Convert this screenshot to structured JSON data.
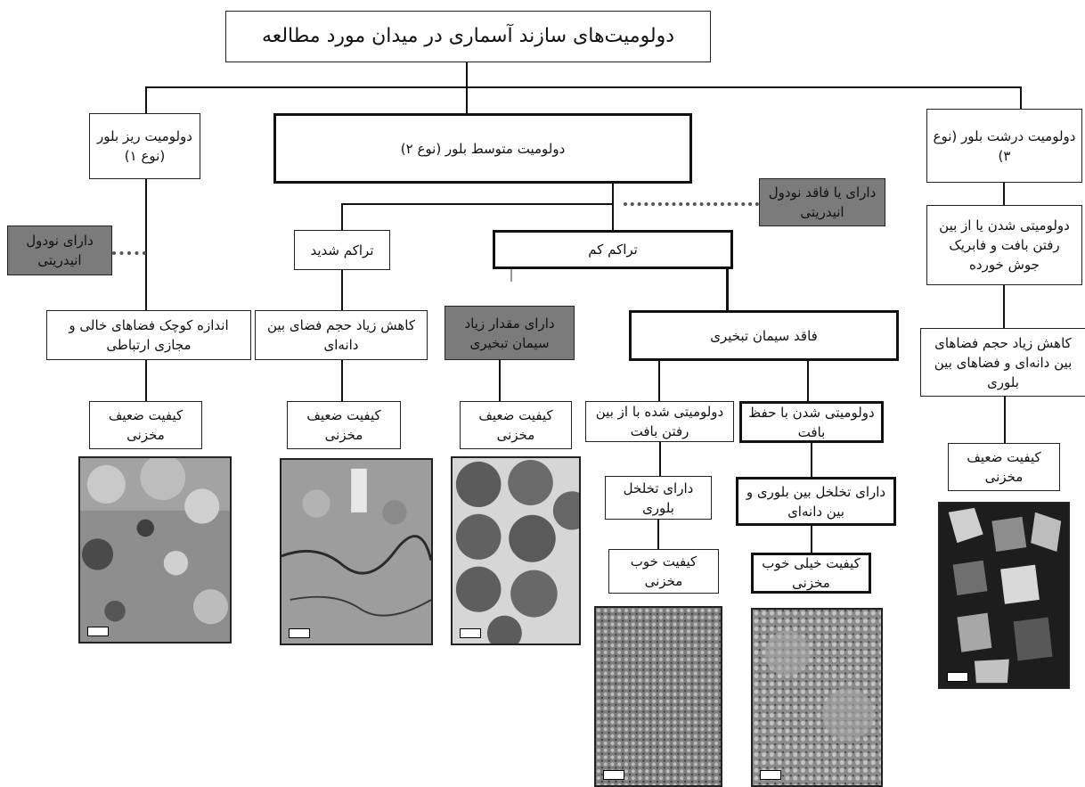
{
  "title": "دولومیت‌های سازند آسماری در میدان مورد مطالعه",
  "types": {
    "fine": "دولومیت ریز بلور (نوع ۱)",
    "medium": "دولومیت متوسط بلور (نوع ۲)",
    "coarse": "دولومیت درشت بلور (نوع ۳)"
  },
  "fine_branch": {
    "nodule": "دارای نودول انیدریتی",
    "pores": "اندازه کوچک فضاهای خالی و مجازی ارتباطی",
    "quality": "کیفیت ضعیف مخزنی"
  },
  "medium_branch": {
    "nodule_optional": "دارای یا فاقد نودول انیدریتی",
    "high_compaction": "تراکم شدید",
    "high_compaction_pores": "کاهش زیاد حجم فضای بین دانه‌ای",
    "high_compaction_quality": "کیفیت ضعیف مخزنی",
    "low_compaction": "تراکم کم",
    "with_cement": "دارای مقدار زیاد سیمان تبخیری",
    "with_cement_quality": "کیفیت ضعیف مخزنی",
    "no_cement": "فاقد سیمان تبخیری",
    "texture_lost": "دولومیتی شده با از بین رفتن بافت",
    "intercrystalline": "دارای تخلخل بلوری",
    "good_quality": "کیفیت خوب مخزنی",
    "texture_kept": "دولومیتی شدن با حفظ بافت",
    "inter_both": "دارای تخلخل بین بلوری و بین دانه‌ای",
    "very_good_quality": "کیفیت خیلی خوب مخزنی"
  },
  "coarse_branch": {
    "fabric": "دولومیتی شدن یا از بین رفتن بافت و فابریک جوش خورده",
    "pores": "کاهش زیاد حجم فضاهای بین دانه‌ای و فضاهای بین بلوری",
    "quality": "کیفیت ضعیف مخزنی"
  },
  "colors": {
    "gray_box": "#7b7b7b",
    "line": "#111111",
    "dotted": "#555555"
  }
}
